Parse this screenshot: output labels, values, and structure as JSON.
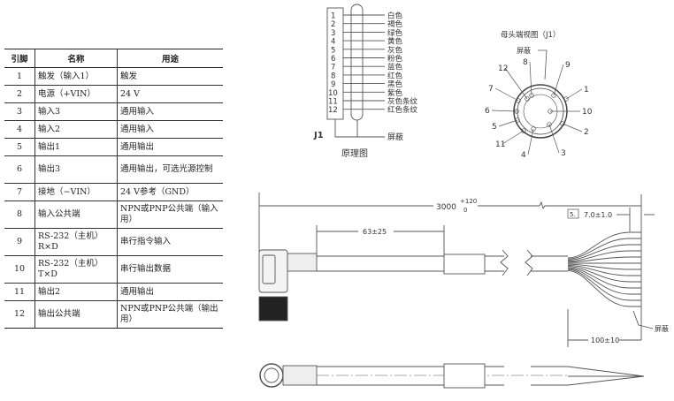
{
  "pin_table": {
    "headers": [
      "引脚",
      "名称",
      "用途"
    ],
    "rows": [
      {
        "pin": "1",
        "name": "触发（输入1）",
        "use": "触发"
      },
      {
        "pin": "2",
        "name": "电源（+VIN）",
        "use": "24 V"
      },
      {
        "pin": "3",
        "name": "输入3",
        "use": "通用输入"
      },
      {
        "pin": "4",
        "name": "输入2",
        "use": "通用输入"
      },
      {
        "pin": "5",
        "name": "输出1",
        "use": "通用输出"
      },
      {
        "pin": "6",
        "name": "输出3",
        "use": "通用输出，可选光源控制"
      },
      {
        "pin": "7",
        "name": "接地（−VIN）",
        "use": "24 V参考（GND）"
      },
      {
        "pin": "8",
        "name": "输入公共端",
        "use": "NPN或PNP公共端（输入用）"
      },
      {
        "pin": "9",
        "name": "RS-232（主机）R×D",
        "use": "串行指令输入"
      },
      {
        "pin": "10",
        "name": "RS-232（主机）T×D",
        "use": "串行输出数据"
      },
      {
        "pin": "11",
        "name": "输出2",
        "use": "通用输出"
      },
      {
        "pin": "12",
        "name": "输出公共端",
        "use": "NPN或PNP公共端（输出用）"
      }
    ]
  },
  "schematic": {
    "connector_label": "J1",
    "pins": [
      "1",
      "2",
      "3",
      "4",
      "5",
      "6",
      "7",
      "8",
      "9",
      "10",
      "11",
      "12"
    ],
    "colors": [
      "白色",
      "褐色",
      "绿色",
      "黄色",
      "灰色",
      "粉色",
      "蓝色",
      "红色",
      "黑色",
      "紫色",
      "灰色条纹",
      "红色条纹"
    ],
    "shield": "屏蔽",
    "caption": "原理图"
  },
  "connector_view": {
    "title": "母头端视图（J1）",
    "shield": "屏蔽",
    "pin_labels": [
      "1",
      "2",
      "3",
      "4",
      "5",
      "6",
      "7",
      "8",
      "9",
      "10",
      "11",
      "12"
    ]
  },
  "cable_drawing": {
    "length_main": "3000",
    "length_tol_upper": "+120",
    "length_tol_lower": "0",
    "sleeve_distance": "63±25",
    "note_number": "5.",
    "strip_length": "7.0±1.0",
    "fan_length": "100±10",
    "shield": "屏蔽"
  }
}
